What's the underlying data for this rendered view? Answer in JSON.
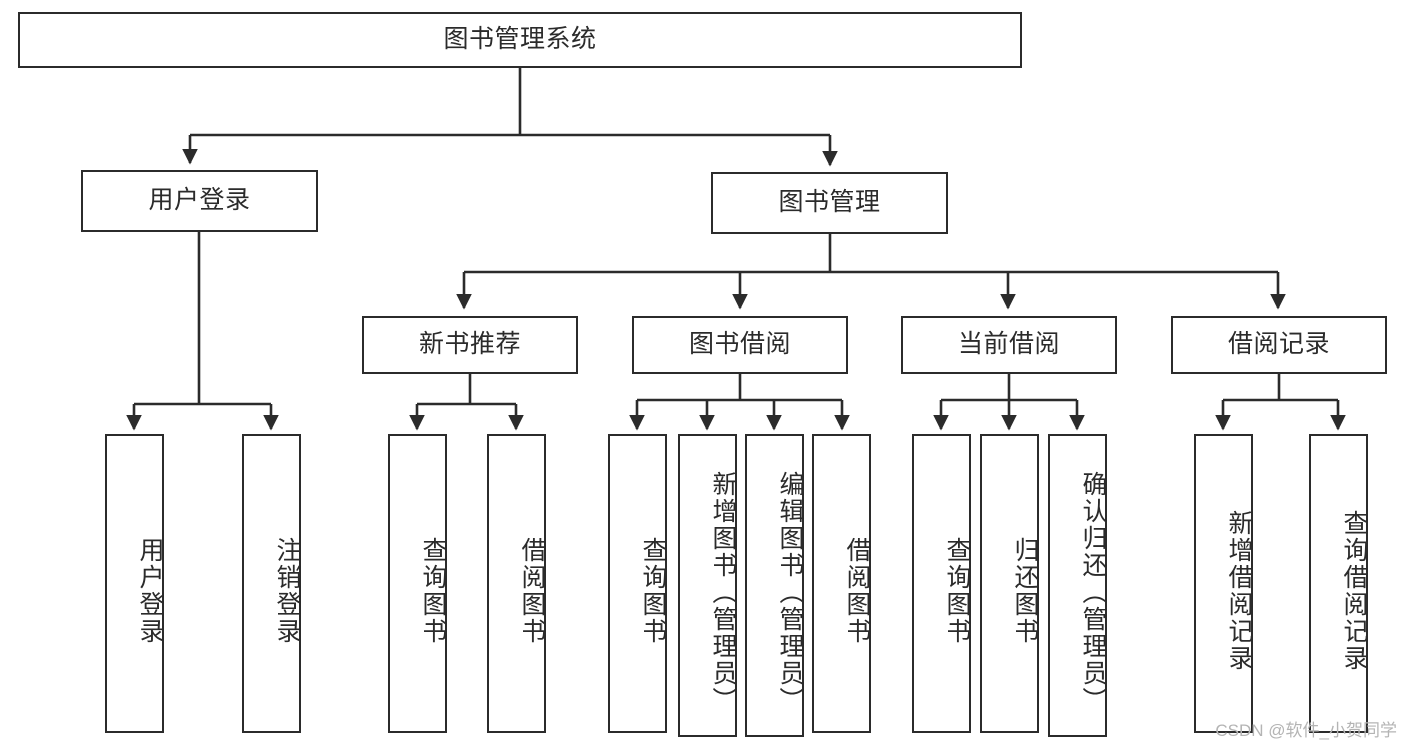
{
  "diagram": {
    "title": "图书管理系统",
    "type": "tree-hierarchy",
    "watermark": "CSDN @软件_小贺同学",
    "colors": {
      "stroke": "#2b2b2b",
      "fill": "#ffffff",
      "watermark": "#b4b4b4"
    },
    "root": {
      "id": "root",
      "label": "图书管理系统"
    },
    "level2": [
      {
        "id": "user-login",
        "label": "用户登录"
      },
      {
        "id": "book-manage",
        "label": "图书管理"
      }
    ],
    "level3": [
      {
        "id": "new-book-recommend",
        "label": "新书推荐",
        "parent": "book-manage"
      },
      {
        "id": "book-borrow",
        "label": "图书借阅",
        "parent": "book-manage"
      },
      {
        "id": "current-borrow",
        "label": "当前借阅",
        "parent": "book-manage"
      },
      {
        "id": "borrow-record",
        "label": "借阅记录",
        "parent": "book-manage"
      }
    ],
    "leaves": [
      {
        "id": "leaf-user-login",
        "label": "用户登录",
        "parent": "user-login"
      },
      {
        "id": "leaf-logout-login",
        "label": "注销登录",
        "parent": "user-login"
      },
      {
        "id": "leaf-query-book-1",
        "label": "查询图书",
        "parent": "new-book-recommend"
      },
      {
        "id": "leaf-borrow-book-1",
        "label": "借阅图书",
        "parent": "new-book-recommend"
      },
      {
        "id": "leaf-query-book-2",
        "label": "查询图书",
        "parent": "book-borrow"
      },
      {
        "id": "leaf-add-book",
        "label": "新增图书（管理员）",
        "parent": "book-borrow"
      },
      {
        "id": "leaf-edit-book",
        "label": "编辑图书（管理员）",
        "parent": "book-borrow"
      },
      {
        "id": "leaf-borrow-book-2",
        "label": "借阅图书",
        "parent": "book-borrow"
      },
      {
        "id": "leaf-query-book-3",
        "label": "查询图书",
        "parent": "current-borrow"
      },
      {
        "id": "leaf-return-book",
        "label": "归还图书",
        "parent": "current-borrow"
      },
      {
        "id": "leaf-confirm-return",
        "label": "确认归还（管理员）",
        "parent": "current-borrow"
      },
      {
        "id": "leaf-add-record",
        "label": "新增借阅记录",
        "parent": "borrow-record"
      },
      {
        "id": "leaf-query-record",
        "label": "查询借阅记录",
        "parent": "borrow-record"
      }
    ]
  }
}
